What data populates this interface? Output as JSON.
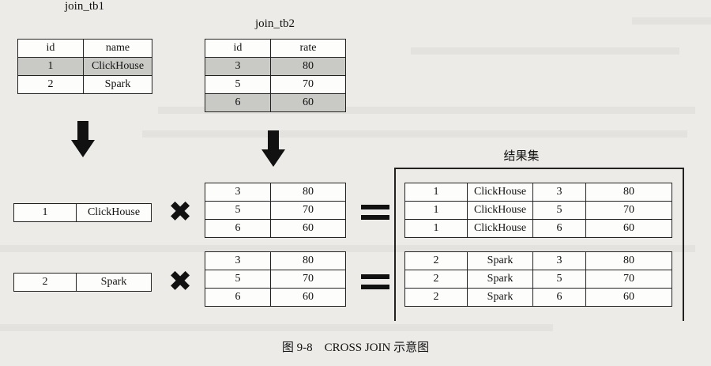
{
  "join_tb1": {
    "title": "join_tb1",
    "headers": [
      "id",
      "name"
    ],
    "rows": [
      [
        "1",
        "ClickHouse"
      ],
      [
        "2",
        "Spark"
      ]
    ]
  },
  "join_tb2": {
    "title": "join_tb2",
    "headers": [
      "id",
      "rate"
    ],
    "rows": [
      [
        "3",
        "80"
      ],
      [
        "5",
        "70"
      ],
      [
        "6",
        "60"
      ]
    ]
  },
  "left_rows": [
    [
      "1",
      "ClickHouse"
    ],
    [
      "2",
      "Spark"
    ]
  ],
  "right_tables": [
    [
      [
        "3",
        "80"
      ],
      [
        "5",
        "70"
      ],
      [
        "6",
        "60"
      ]
    ],
    [
      [
        "3",
        "80"
      ],
      [
        "5",
        "70"
      ],
      [
        "6",
        "60"
      ]
    ]
  ],
  "operators": {
    "times": "✖"
  },
  "result": {
    "title": "结果集",
    "groups": [
      [
        [
          "1",
          "ClickHouse",
          "3",
          "80"
        ],
        [
          "1",
          "ClickHouse",
          "5",
          "70"
        ],
        [
          "1",
          "ClickHouse",
          "6",
          "60"
        ]
      ],
      [
        [
          "2",
          "Spark",
          "3",
          "80"
        ],
        [
          "2",
          "Spark",
          "5",
          "70"
        ],
        [
          "2",
          "Spark",
          "6",
          "60"
        ]
      ]
    ]
  },
  "caption": "图 9-8　CROSS JOIN 示意图"
}
